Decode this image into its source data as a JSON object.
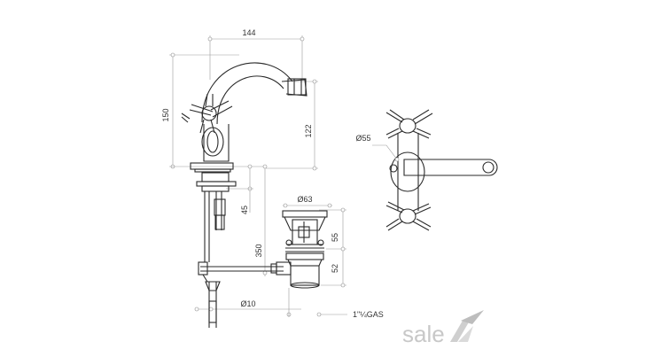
{
  "dimensions": {
    "width_144": "144",
    "height_150": "150",
    "height_122": "122",
    "dim_45": "45",
    "dim_350": "350",
    "dim_d10": "Ø10",
    "dim_d63": "Ø63",
    "dim_55": "55",
    "dim_52": "52",
    "dim_d55": "Ø55",
    "gas_label": "1\"¼GAS"
  },
  "logo": {
    "text": "sale"
  },
  "colors": {
    "line": "#2a2a2a",
    "dim": "#9a9a9a",
    "logo": "#c8c8c8"
  }
}
